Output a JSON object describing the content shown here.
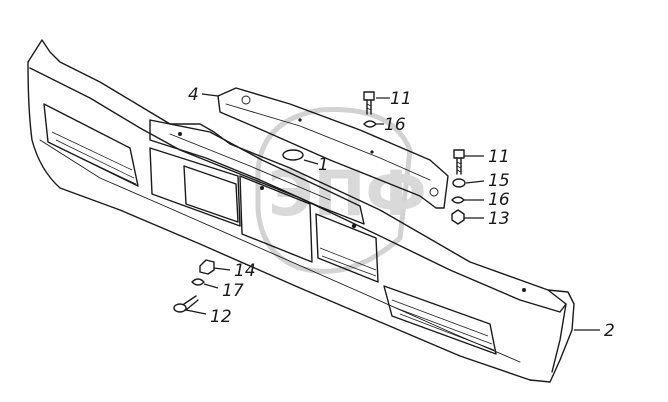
{
  "watermark": {
    "text": "ЭПФ"
  },
  "callouts": [
    {
      "id": "c1",
      "text": "1"
    },
    {
      "id": "c2",
      "text": "2"
    },
    {
      "id": "c4",
      "text": "4"
    },
    {
      "id": "c11a",
      "text": "11"
    },
    {
      "id": "c16a",
      "text": "16"
    },
    {
      "id": "c11b",
      "text": "11"
    },
    {
      "id": "c15",
      "text": "15"
    },
    {
      "id": "c16b",
      "text": "16"
    },
    {
      "id": "c13",
      "text": "13"
    },
    {
      "id": "c14",
      "text": "14"
    },
    {
      "id": "c17",
      "text": "17"
    },
    {
      "id": "c12",
      "text": "12"
    }
  ]
}
